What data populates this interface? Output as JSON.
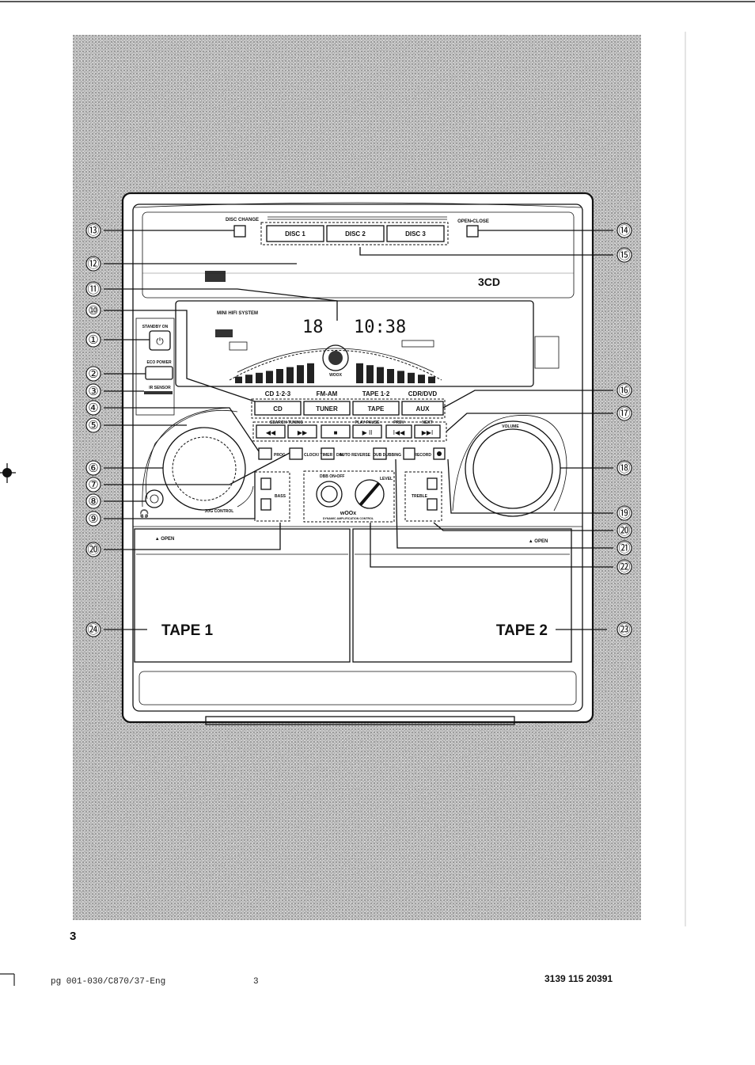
{
  "top_controls": {
    "disc_change": "DISC CHANGE",
    "open_close": "OPEN•CLOSE",
    "disc_buttons": [
      "DISC 1",
      "DISC 2",
      "DISC 3"
    ],
    "brand_logo": "3CD"
  },
  "display": {
    "caption": "MINI HIFI SYSTEM",
    "track": "18",
    "time": "10:38",
    "wooox": "WOOX"
  },
  "left_panel": {
    "standby_on": "STANDBY ON",
    "eco_power": "ECO POWER",
    "ir_sensor": "IR SENSOR",
    "jog_control": "JOG CONTROL",
    "open_left": "▲ OPEN"
  },
  "source_buttons": [
    {
      "top": "CD 1·2·3",
      "label": "CD"
    },
    {
      "top": "FM-AM",
      "label": "TUNER"
    },
    {
      "top": "TAPE 1·2",
      "label": "TAPE"
    },
    {
      "top": "CDR/DVD",
      "label": "AUX"
    }
  ],
  "transport": {
    "search_tuning": "SEARCH•TUNING",
    "play_pause": "PLAY PAUSE",
    "prev": "PREV",
    "next": "NEXT",
    "symbols": [
      "◀◀",
      "▶▶",
      "■",
      "▶ II",
      "I◀◀",
      "▶▶I"
    ]
  },
  "lower_buttons": {
    "prog": "PROG",
    "clock_timer": "CLOCK/ TIMER",
    "dim": "DIM",
    "auto_reverse": "AUTO REVERSE",
    "dub_dubbing": "DUB DUBBING",
    "record": "RECORD",
    "bass": "BASS",
    "treble": "TREBLE",
    "volume": "VOLUME",
    "level": "LEVEL",
    "dbb_on_off": "DBB ON•OFF",
    "dac": "wOOx",
    "dac_caption": "DYNAMIC AMPLIFICATION CONTROL"
  },
  "tape_section": {
    "open_right": "▲ OPEN",
    "tape1": "TAPE 1",
    "tape2": "TAPE 2"
  },
  "callouts": {
    "left": [
      "⑬",
      "⑫",
      "⑪",
      "⑩",
      "①",
      "②",
      "③",
      "④",
      "⑤",
      "⑥",
      "⑦",
      "⑧",
      "⑨",
      "⑳",
      "㉔"
    ],
    "right": [
      "⑭",
      "⑮",
      "⑯",
      "⑰",
      "⑱",
      "⑲",
      "⑳",
      "㉑",
      "㉒",
      "㉓"
    ]
  },
  "page_number": "3",
  "footer": {
    "left": "pg 001-030/C870/37-Eng",
    "mid": "3",
    "right": "3139 115 20391"
  }
}
